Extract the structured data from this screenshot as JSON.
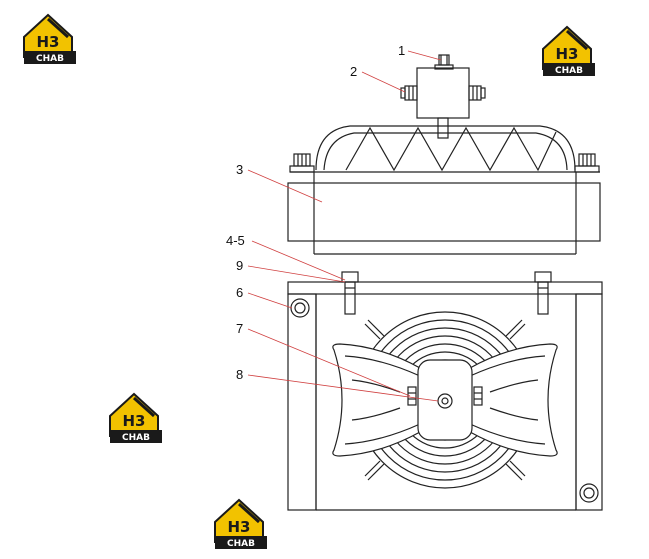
{
  "colors": {
    "line": "#222222",
    "leader": "#d04040",
    "logo_yellow": "#f2c200",
    "logo_black": "#1a1a1a",
    "background": "#ffffff"
  },
  "logo": {
    "main": "H3",
    "sub": "CHAB"
  },
  "callouts": [
    {
      "id": "c1",
      "label": "1"
    },
    {
      "id": "c2",
      "label": "2"
    },
    {
      "id": "c3",
      "label": "3"
    },
    {
      "id": "c45",
      "label": "4-5"
    },
    {
      "id": "c9",
      "label": "9"
    },
    {
      "id": "c6",
      "label": "6"
    },
    {
      "id": "c7",
      "label": "7"
    },
    {
      "id": "c8",
      "label": "8"
    }
  ]
}
